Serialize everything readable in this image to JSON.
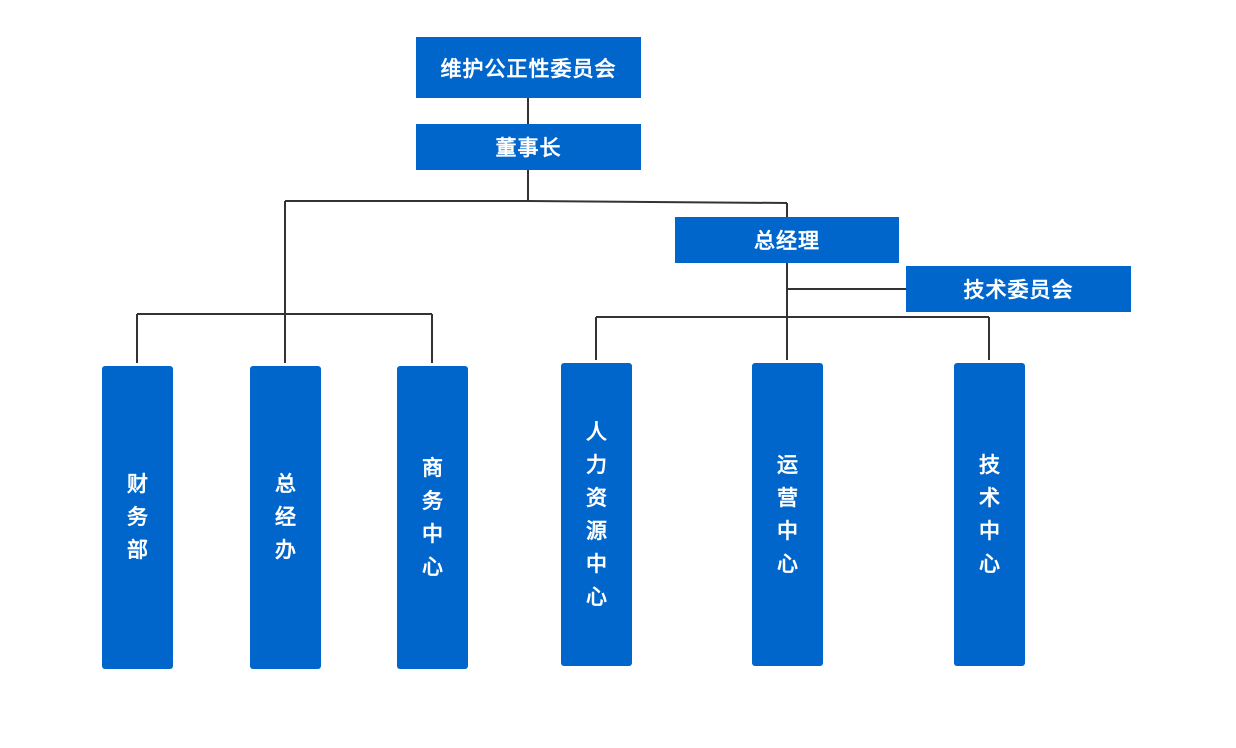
{
  "theme": {
    "box_color": "#0066CC",
    "text_color": "#FFFFFF",
    "connector_color": "#333333"
  },
  "nodes": {
    "committee": "维护公正性委员会",
    "chairman": "董事长",
    "general_manager": "总经理",
    "tech_committee": "技术委员会",
    "finance": "财务部",
    "gm_office": "总经办",
    "business_center": "商务中心",
    "hr_center": "人力资源中心",
    "operations_center": "运营中心",
    "tech_center": "技术中心"
  }
}
